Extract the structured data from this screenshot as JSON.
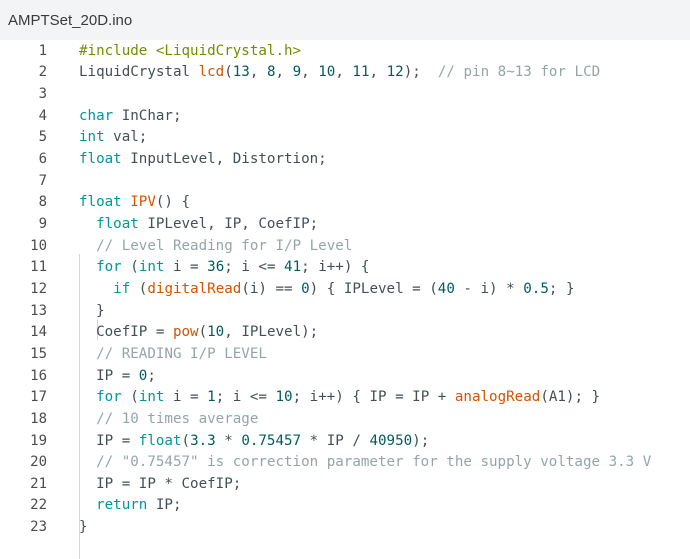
{
  "tab": {
    "label": "AMPTSet_20D.ino"
  },
  "colors": {
    "keyword": "#00979c",
    "function": "#d35400",
    "number": "#005c5f",
    "comment": "#95a5a6",
    "preprocessor": "#728e00",
    "plain": "#434f54",
    "line_number": "#4c4c4c",
    "tab_background": "#f3f4f5"
  },
  "lines": [
    {
      "n": "1",
      "tokens": [
        [
          "pp",
          "#include <LiquidCrystal.h>"
        ]
      ]
    },
    {
      "n": "2",
      "tokens": [
        [
          "plain",
          "LiquidCrystal "
        ],
        [
          "fn",
          "lcd"
        ],
        [
          "plain",
          "("
        ],
        [
          "num",
          "13"
        ],
        [
          "plain",
          ", "
        ],
        [
          "num",
          "8"
        ],
        [
          "plain",
          ", "
        ],
        [
          "num",
          "9"
        ],
        [
          "plain",
          ", "
        ],
        [
          "num",
          "10"
        ],
        [
          "plain",
          ", "
        ],
        [
          "num",
          "11"
        ],
        [
          "plain",
          ", "
        ],
        [
          "num",
          "12"
        ],
        [
          "plain",
          ");  "
        ],
        [
          "com",
          "// pin 8~13 for LCD"
        ]
      ]
    },
    {
      "n": "3",
      "tokens": []
    },
    {
      "n": "4",
      "tokens": [
        [
          "kw",
          "char"
        ],
        [
          "plain",
          " InChar;"
        ]
      ]
    },
    {
      "n": "5",
      "tokens": [
        [
          "kw",
          "int"
        ],
        [
          "plain",
          " val;"
        ]
      ]
    },
    {
      "n": "6",
      "tokens": [
        [
          "kw",
          "float"
        ],
        [
          "plain",
          " InputLevel, Distortion;"
        ]
      ]
    },
    {
      "n": "7",
      "tokens": []
    },
    {
      "n": "8",
      "tokens": [
        [
          "kw",
          "float"
        ],
        [
          "plain",
          " "
        ],
        [
          "fn",
          "IPV"
        ],
        [
          "plain",
          "() {"
        ]
      ]
    },
    {
      "n": "9",
      "tokens": [
        [
          "plain",
          "  "
        ],
        [
          "kw",
          "float"
        ],
        [
          "plain",
          " IPLevel, IP, CoefIP;"
        ]
      ]
    },
    {
      "n": "10",
      "tokens": [
        [
          "plain",
          "  "
        ],
        [
          "com",
          "// Level Reading for I/P Level"
        ]
      ]
    },
    {
      "n": "11",
      "tokens": [
        [
          "plain",
          "  "
        ],
        [
          "kw",
          "for"
        ],
        [
          "plain",
          " ("
        ],
        [
          "kw",
          "int"
        ],
        [
          "plain",
          " i = "
        ],
        [
          "num",
          "36"
        ],
        [
          "plain",
          "; i <= "
        ],
        [
          "num",
          "41"
        ],
        [
          "plain",
          "; i++) {"
        ]
      ]
    },
    {
      "n": "12",
      "tokens": [
        [
          "plain",
          "    "
        ],
        [
          "kw",
          "if"
        ],
        [
          "plain",
          " ("
        ],
        [
          "fn",
          "digitalRead"
        ],
        [
          "plain",
          "(i) == "
        ],
        [
          "num",
          "0"
        ],
        [
          "plain",
          ") { IPLevel = ("
        ],
        [
          "num",
          "40"
        ],
        [
          "plain",
          " - i) * "
        ],
        [
          "num",
          "0.5"
        ],
        [
          "plain",
          "; }"
        ]
      ]
    },
    {
      "n": "13",
      "tokens": [
        [
          "plain",
          "  }"
        ]
      ]
    },
    {
      "n": "14",
      "tokens": [
        [
          "plain",
          "  CoefIP = "
        ],
        [
          "fn",
          "pow"
        ],
        [
          "plain",
          "("
        ],
        [
          "num",
          "10"
        ],
        [
          "plain",
          ", IPLevel);"
        ]
      ]
    },
    {
      "n": "15",
      "tokens": [
        [
          "plain",
          "  "
        ],
        [
          "com",
          "// READING I/P LEVEL"
        ]
      ]
    },
    {
      "n": "16",
      "tokens": [
        [
          "plain",
          "  IP = "
        ],
        [
          "num",
          "0"
        ],
        [
          "plain",
          ";"
        ]
      ]
    },
    {
      "n": "17",
      "tokens": [
        [
          "plain",
          "  "
        ],
        [
          "kw",
          "for"
        ],
        [
          "plain",
          " ("
        ],
        [
          "kw",
          "int"
        ],
        [
          "plain",
          " i = "
        ],
        [
          "num",
          "1"
        ],
        [
          "plain",
          "; i <= "
        ],
        [
          "num",
          "10"
        ],
        [
          "plain",
          "; i++) { IP = IP + "
        ],
        [
          "fn",
          "analogRead"
        ],
        [
          "plain",
          "(A1); }"
        ]
      ]
    },
    {
      "n": "18",
      "tokens": [
        [
          "plain",
          "  "
        ],
        [
          "com",
          "// 10 times average"
        ]
      ]
    },
    {
      "n": "19",
      "tokens": [
        [
          "plain",
          "  IP = "
        ],
        [
          "kw",
          "float"
        ],
        [
          "plain",
          "("
        ],
        [
          "num",
          "3.3"
        ],
        [
          "plain",
          " * "
        ],
        [
          "num",
          "0.75457"
        ],
        [
          "plain",
          " * IP / "
        ],
        [
          "num",
          "40950"
        ],
        [
          "plain",
          ");"
        ]
      ]
    },
    {
      "n": "20",
      "tokens": [
        [
          "plain",
          "  "
        ],
        [
          "com",
          "// \"0.75457\" is correction parameter for the supply voltage 3.3 V"
        ]
      ]
    },
    {
      "n": "21",
      "tokens": [
        [
          "plain",
          "  IP = IP * CoefIP;"
        ]
      ]
    },
    {
      "n": "22",
      "tokens": [
        [
          "plain",
          "  "
        ],
        [
          "kw",
          "return"
        ],
        [
          "plain",
          " IP;"
        ]
      ]
    },
    {
      "n": "23",
      "tokens": [
        [
          "plain",
          "}"
        ]
      ]
    }
  ]
}
